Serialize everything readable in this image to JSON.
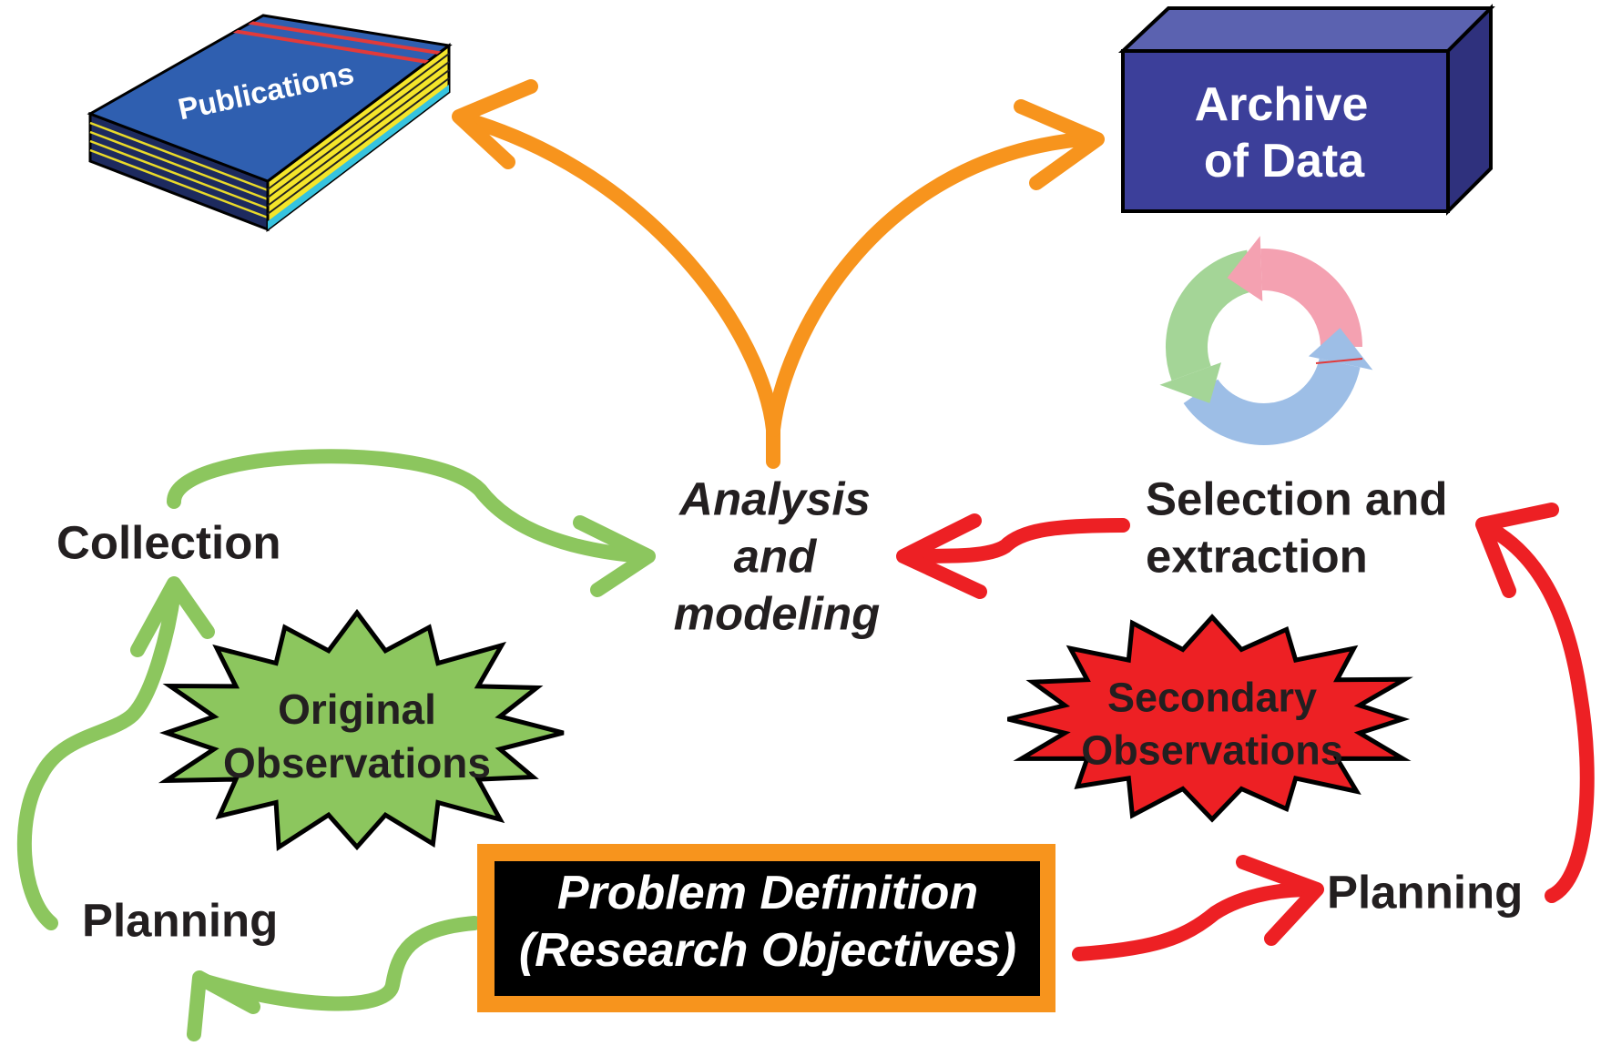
{
  "publications": {
    "label": "Publications"
  },
  "archive": {
    "lines": [
      "Archive",
      "of Data"
    ]
  },
  "analysis": {
    "lines": [
      "Analysis",
      "and",
      "modeling"
    ]
  },
  "selection": {
    "lines": [
      "Selection and",
      "extraction"
    ]
  },
  "collection": {
    "label": "Collection"
  },
  "original_observations": {
    "lines": [
      "Original",
      "Observations"
    ]
  },
  "secondary_observations": {
    "lines": [
      "Secondary",
      "Observations"
    ]
  },
  "problem_definition": {
    "lines": [
      "Problem Definition",
      "(Research Objectives)"
    ]
  },
  "planning_left": {
    "label": "Planning"
  },
  "planning_right": {
    "label": "Planning"
  },
  "icons": {
    "publications": "book-icon",
    "archive": "archive-box-icon",
    "cycle": "recycle-cycle-icon"
  },
  "colors": {
    "orange": "#f7941d",
    "green": "#8cc65e",
    "red": "#ed2024",
    "book_cover": "#2f5fb0",
    "archive_front": "#3c3f9a",
    "cycle_pink": "#f4a1b1",
    "cycle_green": "#a4d597",
    "cycle_blue": "#9dbee6",
    "text": "#231f20",
    "box_inner": "#000000"
  }
}
